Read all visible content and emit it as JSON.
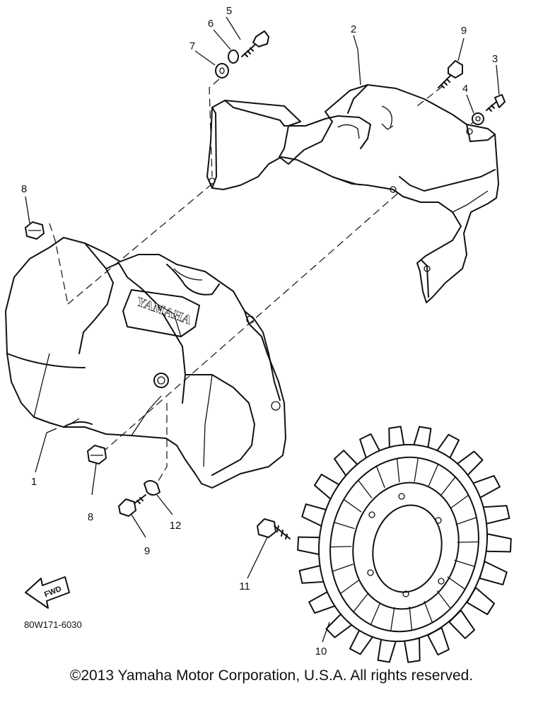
{
  "diagram": {
    "parts": [
      {
        "label": "1",
        "name": "shroud-cover"
      },
      {
        "label": "2",
        "name": "upper-shroud"
      },
      {
        "label": "3",
        "name": "small-screw"
      },
      {
        "label": "4",
        "name": "washer"
      },
      {
        "label": "5",
        "name": "bolt"
      },
      {
        "label": "6",
        "name": "lock-washer"
      },
      {
        "label": "7",
        "name": "plain-washer"
      },
      {
        "label": "8",
        "name": "nut"
      },
      {
        "label": "9",
        "name": "flange-bolt"
      },
      {
        "label": "10",
        "name": "flywheel-fan"
      },
      {
        "label": "11",
        "name": "flange-bolt"
      },
      {
        "label": "12",
        "name": "collar"
      }
    ],
    "emblem_text": "YAMAHA",
    "fwd_arrow_text": "FWD",
    "drawing_code": "80W171-6030"
  },
  "footer": {
    "copyright": "©2013 Yamaha Motor Corporation, U.S.A. All rights reserved."
  },
  "colors": {
    "line": "#111111",
    "background": "#ffffff"
  }
}
